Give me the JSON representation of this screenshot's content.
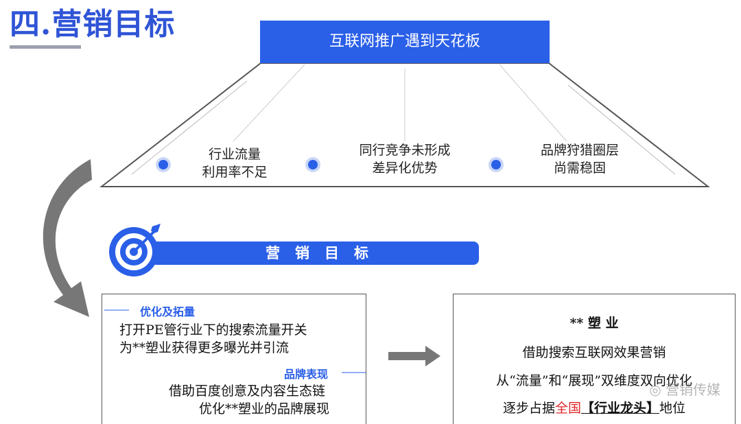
{
  "title": "四.营销目标",
  "banner": "互联网推广遇到天花板",
  "factors": [
    {
      "line1": "行业流量",
      "line2": "利用率不足"
    },
    {
      "line1": "同行竞争未形成",
      "line2": "差异化优势"
    },
    {
      "line1": "品牌狩猎圈层",
      "line2": "尚需稳固"
    }
  ],
  "goal_label": "营销目标",
  "left_box": {
    "section1": {
      "label": "优化及拓量",
      "line1": "打开PE管行业下的搜索流量开关",
      "line2": "为**塑业获得更多曝光并引流"
    },
    "section2": {
      "label": "品牌表现",
      "line1": "借助百度创意及内容生态链",
      "line2": "优化**塑业的品牌展现"
    }
  },
  "right_box": {
    "company": "** 塑 业",
    "line1": "借助搜索互联网效果营销",
    "line2": "从“流量”和“展现”双维度双向优化",
    "line3_prefix": "逐步占据",
    "line3_red": "全国",
    "line3_bracket": "【行业龙头】",
    "line3_suffix": "地位"
  },
  "watermark": "营销传媒",
  "colors": {
    "accent": "#2a5fe8",
    "title": "#2f54d6",
    "arrow": "#777777",
    "highlight": "#e0282a"
  },
  "icons": {
    "target": "target-icon",
    "wechat": "wechat-icon"
  }
}
